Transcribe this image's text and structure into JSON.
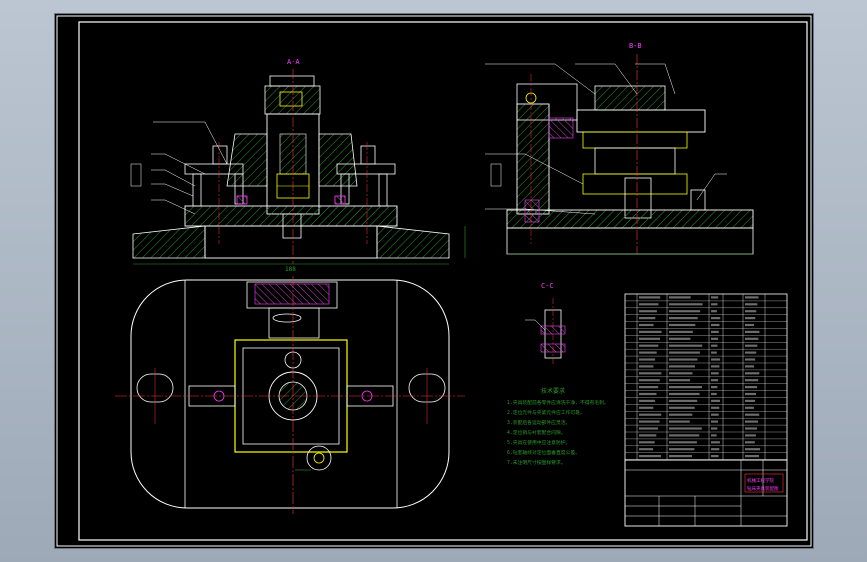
{
  "sections": {
    "front": "A-A",
    "side": "B-B",
    "detail": "C-C"
  },
  "dimensions": {
    "overall_width": "188"
  },
  "tech_notes": {
    "title": "技术要求",
    "lines": [
      "1.夹具装配前各零件应清洗干净，不得有毛刺。",
      "2.定位元件与夹紧元件应工作可靠。",
      "3.装配后各运动部件应灵活。",
      "4.定位销与衬套配合间隙。",
      "5.夹具在使用中应注意防护。",
      "6.钻套轴线对定位面垂直度公差。",
      "7.未注明尺寸按图样要求。"
    ]
  },
  "title_block": {
    "title": "钻床夹具装配图",
    "school": "机械工程学院"
  }
}
